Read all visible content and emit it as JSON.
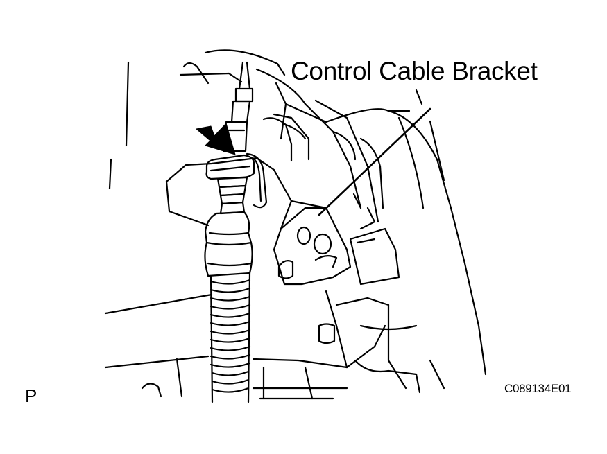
{
  "callout": {
    "label": "Control Cable Bracket"
  },
  "view_letter": "P",
  "figure_code": "C089134E01",
  "colors": {
    "ink": "#000000",
    "paper": "#ffffff"
  },
  "icons": {
    "pointer": "arrow-pointing-to-cable-clip"
  }
}
